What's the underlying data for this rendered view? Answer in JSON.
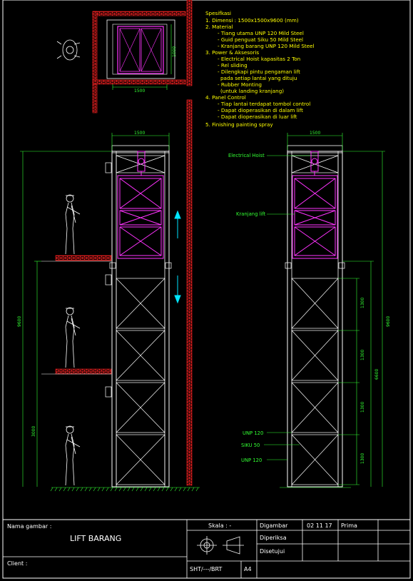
{
  "spec": {
    "heading": "Spesifkasi",
    "lines": [
      "1.  Dimensi : 1500x1500x9600 (mm)",
      "2.  Material",
      "- Tiang utama UNP 120 Mild Steel",
      "- Guid penguat Siku 50 Mild Steel",
      "- Kranjang barang UNP 120 Mild Steel",
      "3.  Power & Aksesoris",
      "- Electrical Hoist kapasitas 2 Ton",
      "- Rel sliding",
      "- Dilengkapi pintu pengaman lift",
      "pada setiap lantai yang dituju",
      "- Rubber Monting",
      "(untuk landing kranjang)",
      "4.  Panel Control",
      "- Tiap lantai terdapat tombol control",
      "- Dapat dioperasikan di dalam lift",
      "- Dapat dioperasikan di luar lift",
      "5.  Finishing painting spray"
    ]
  },
  "dims": {
    "plan_w": "1500",
    "plan_h": "1000",
    "front_w": "1500",
    "side_w": "1500",
    "height_total_left": "9600",
    "height_floor2": "3000",
    "height_total_right": "9600",
    "height_frame": "6600",
    "seg1": "1300",
    "seg2": "1300",
    "seg3": "1300",
    "seg4": "1300"
  },
  "labels": {
    "electrical_hoist": "Electrical Hoist",
    "kranjang_lift": "Kranjang lift",
    "unp120_top": "UNP 120",
    "siku50": "SIKU 50",
    "unp120_bottom": "UNP 120"
  },
  "titleblock": {
    "nama_label": "Nama gambar  :",
    "title": "LIFT BARANG",
    "skala": "Skala  : -",
    "digambar": "Digambar",
    "date": "02 11 17",
    "drawer": "Prima",
    "diperiksa": "Diperiksa",
    "disetujui": "Disetujui",
    "client": "Client :",
    "sheet": "SHT/---/BRT",
    "paper": "A4"
  },
  "colors": {
    "frame": "#ffffff",
    "dimension": "#33ff33",
    "spec_text": "#ffff00",
    "basket": "#ff33ff",
    "brick": "#ff2222",
    "arrow": "#00e5ff"
  }
}
